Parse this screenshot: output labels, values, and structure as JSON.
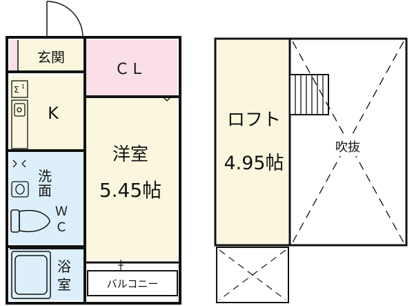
{
  "floor1": {
    "entrance": "玄関",
    "closet": "ＣＬ",
    "kitchen": "K",
    "western_room": "洋室",
    "western_room_size": "5.45帖",
    "washroom_line1": "洗",
    "washroom_line2": "面",
    "wc_line1": "Ｗ",
    "wc_line2": "Ｃ",
    "bath_line1": "浴",
    "bath_line2": "室",
    "balcony": "バルコニー"
  },
  "floor2": {
    "loft": "ロフト",
    "loft_size": "4.95帖",
    "void": "吹抜"
  },
  "colors": {
    "line": "#111111",
    "closet_fill": "#fbdfe6",
    "room_fill": "#fbf7df",
    "wet_area_fill": "#ddeffb"
  }
}
